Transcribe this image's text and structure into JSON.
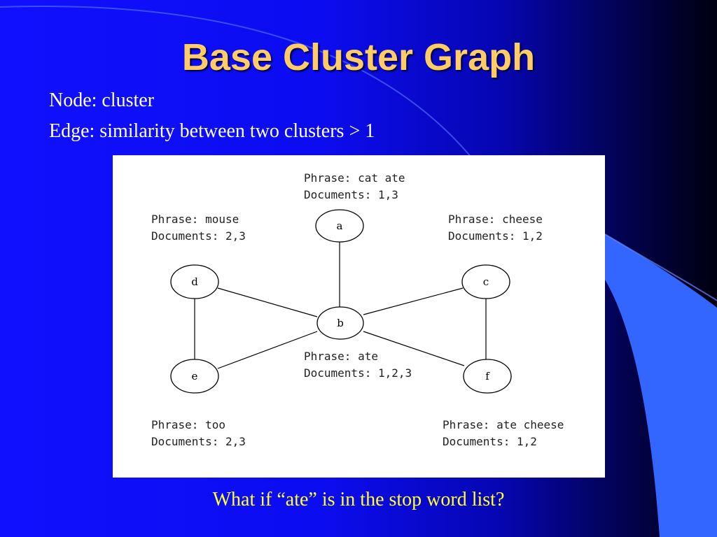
{
  "slide": {
    "title": "Base Cluster Graph",
    "bullets": [
      "Node: cluster",
      "Edge: similarity between two clusters > 1"
    ],
    "question": "What if “ate” is in the stop word list?"
  },
  "diagram": {
    "nodes": [
      {
        "id": "a",
        "label": "a",
        "phrase": "Phrase: cat ate",
        "documents": "Documents: 1,3"
      },
      {
        "id": "b",
        "label": "b",
        "phrase": "Phrase: ate",
        "documents": "Documents: 1,2,3"
      },
      {
        "id": "c",
        "label": "c",
        "phrase": "Phrase: cheese",
        "documents": "Documents: 1,2"
      },
      {
        "id": "d",
        "label": "d",
        "phrase": "Phrase: mouse",
        "documents": "Documents: 2,3"
      },
      {
        "id": "e",
        "label": "e",
        "phrase": "Phrase: too",
        "documents": "Documents: 2,3"
      },
      {
        "id": "f",
        "label": "f",
        "phrase": "Phrase: ate cheese",
        "documents": "Documents: 1,2"
      }
    ],
    "edges": [
      [
        "a",
        "b"
      ],
      [
        "d",
        "b"
      ],
      [
        "e",
        "b"
      ],
      [
        "c",
        "b"
      ],
      [
        "f",
        "b"
      ],
      [
        "d",
        "e"
      ],
      [
        "c",
        "f"
      ]
    ]
  },
  "colors": {
    "title": "#ffcc66",
    "text": "#ffffff",
    "question": "#ffff33",
    "background": "#1010ff"
  }
}
